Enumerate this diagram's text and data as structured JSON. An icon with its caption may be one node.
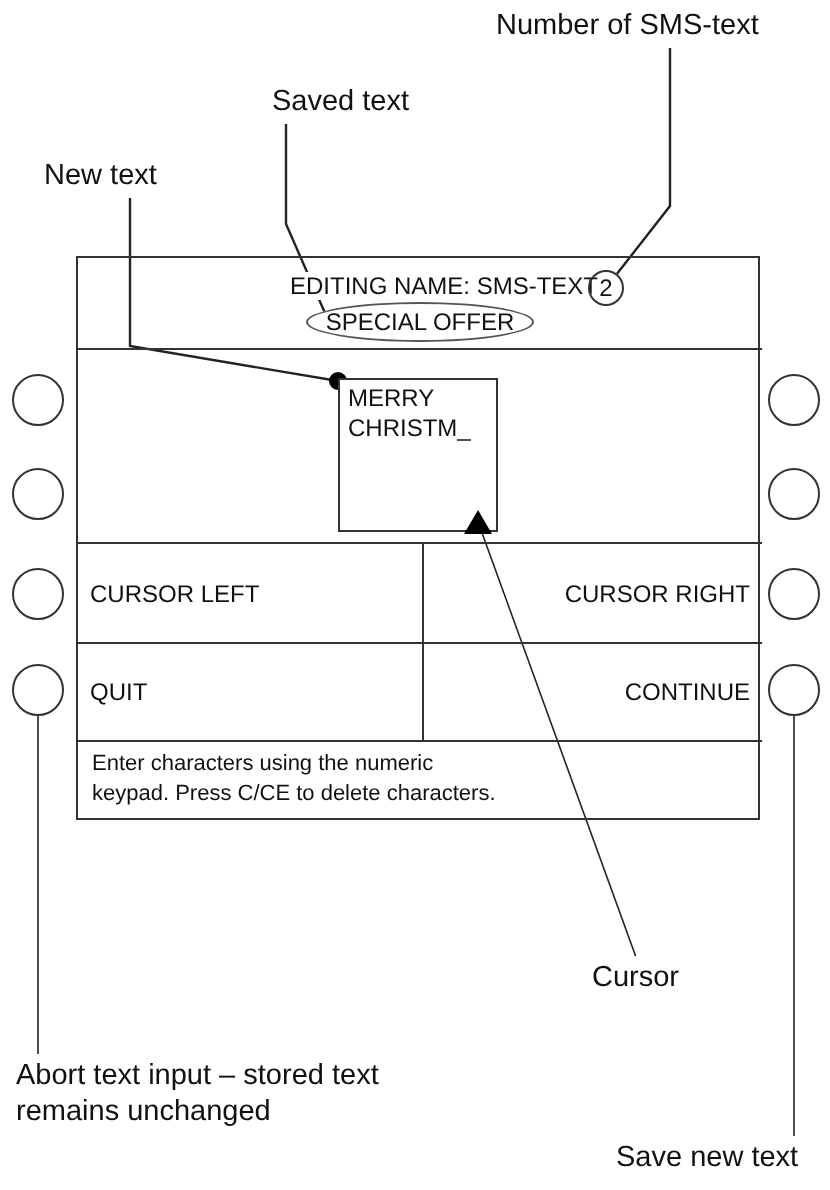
{
  "diagram": {
    "nodes": [
      {
        "text": [],
        "shape": "box"
      },
      {
        "text": [
          "EDITING NAME: SMS-TEXT"
        ],
        "in": 0
      },
      {
        "text": [
          "2"
        ],
        "in": 1
      },
      {
        "text": [
          "SPECIAL OFFER"
        ],
        "in": 1
      },
      {
        "text": [
          "MERRY CHRISTM_"
        ],
        "in": 0
      },
      {
        "text": [],
        "shape": "triangle",
        "in": 4
      },
      {
        "text": [
          "CURSOR LEFT"
        ],
        "in": 0
      },
      {
        "text": [
          "CURSOR RIGHT"
        ],
        "in": 0
      },
      {
        "text": [
          "QUIT"
        ],
        "in": 0
      },
      {
        "text": [
          "CONTINUE"
        ],
        "in": 0
      },
      {
        "text": [
          "Enter characters using the numeric keypad. Press C/CE to delete characters."
        ],
        "in": 0
      },
      {
        "text": [],
        "shape": "circle"
      },
      {
        "text": [],
        "shape": "circle"
      },
      {
        "text": [],
        "shape": "circle"
      },
      {
        "text": [],
        "shape": "circle"
      },
      {
        "text": [],
        "shape": "circle"
      },
      {
        "text": [],
        "shape": "circle"
      },
      {
        "text": [],
        "shape": "circle"
      },
      {
        "text": [],
        "shape": "circle"
      },
      {
        "text": [
          "Number of SMS-text"
        ]
      },
      {
        "text": [
          "Saved text"
        ]
      },
      {
        "text": [
          "New text"
        ]
      },
      {
        "text": [
          "Cursor"
        ]
      },
      {
        "text": [
          "Abort text input – stored text remains unchanged"
        ]
      },
      {
        "text": [
          "Save new text"
        ]
      }
    ],
    "edges": [
      {
        "from": 19,
        "to": 2,
        "arrow": "none"
      },
      {
        "from": 20,
        "to": 3,
        "arrow": "none"
      },
      {
        "from": 21,
        "to": 4,
        "arrow": "other"
      },
      {
        "from": 22,
        "to": 5,
        "arrow": "none"
      },
      {
        "from": 23,
        "to": 14,
        "arrow": "none"
      },
      {
        "from": 24,
        "to": 18,
        "arrow": "none"
      }
    ]
  }
}
